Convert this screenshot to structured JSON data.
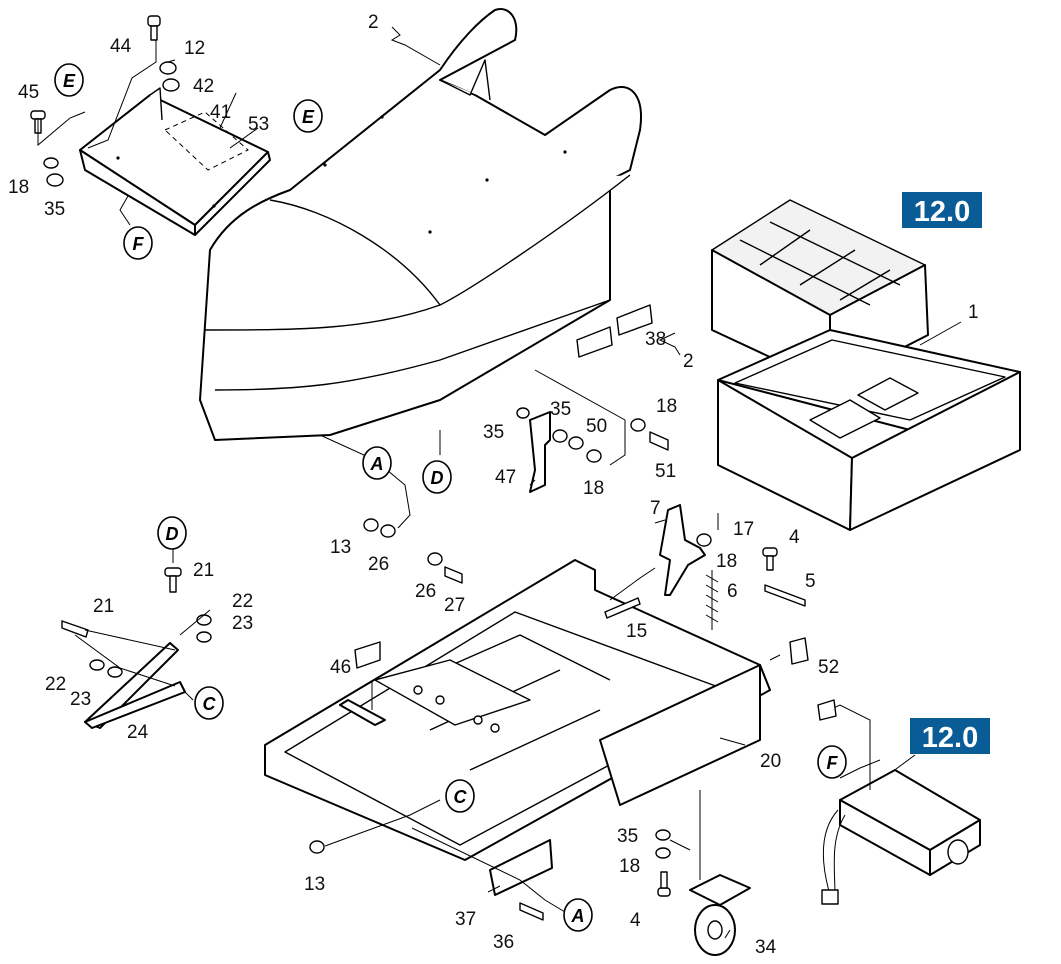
{
  "diagram": {
    "badges": [
      {
        "id": "badge-battery",
        "text": "12.0"
      },
      {
        "id": "badge-charger",
        "text": "12.0"
      }
    ],
    "references": {
      "A": "A",
      "C": "C",
      "D": "D",
      "E": "E",
      "F": "F"
    },
    "parts": [
      "1",
      "2",
      "4",
      "5",
      "6",
      "7",
      "12",
      "13",
      "15",
      "17",
      "18",
      "20",
      "21",
      "22",
      "23",
      "24",
      "26",
      "27",
      "34",
      "35",
      "36",
      "37",
      "38",
      "41",
      "42",
      "44",
      "45",
      "46",
      "47",
      "50",
      "51",
      "52",
      "53"
    ]
  }
}
